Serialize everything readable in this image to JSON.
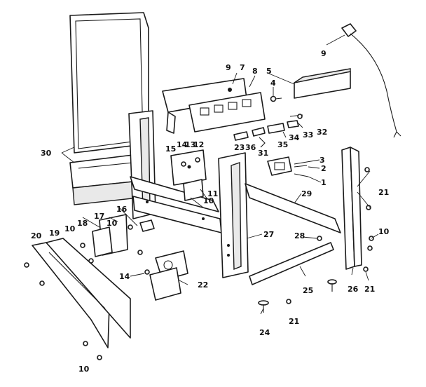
{
  "diagram": {
    "callouts": {
      "c1": "1",
      "c2": "2",
      "c3": "3",
      "c4": "4",
      "c5": "5",
      "c7": "7",
      "c8": "8",
      "c9a": "9",
      "c9b": "9",
      "c10a": "10",
      "c10b": "10",
      "c10c": "10",
      "c10d": "10",
      "c10e": "10",
      "c11": "11",
      "c12": "12",
      "c13": "13",
      "c14a": "14",
      "c14b": "14",
      "c15": "15",
      "c16": "16",
      "c17": "17",
      "c18": "18",
      "c19": "19",
      "c20": "20",
      "c21a": "21",
      "c21b": "21",
      "c21c": "21",
      "c22": "22",
      "c23": "23",
      "c24": "24",
      "c25": "25",
      "c26": "26",
      "c27": "27",
      "c28": "28",
      "c29": "29",
      "c30": "30",
      "c31": "31",
      "c32": "32",
      "c33": "33",
      "c34": "34",
      "c35": "35",
      "c36": "36"
    }
  }
}
